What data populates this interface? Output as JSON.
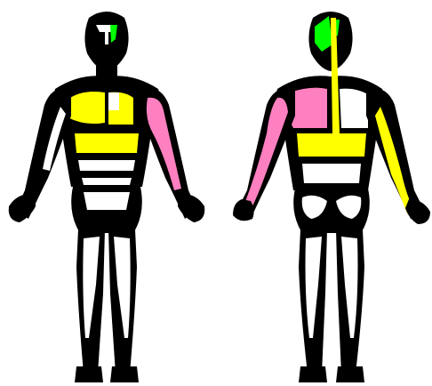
{
  "figure": {
    "views": [
      {
        "id": "front"
      },
      {
        "id": "back"
      }
    ],
    "colors": {
      "background": "#ffffff",
      "outline": "#000000",
      "muscle_fill": "#ffffff",
      "yellow": "#ffff00",
      "pink": "#ff80c0",
      "green": "#00ff00"
    },
    "highlighted_regions": {
      "front": [
        {
          "region": "neck-front",
          "color": "green"
        },
        {
          "region": "chest",
          "color": "yellow"
        },
        {
          "region": "upper-abdomen",
          "color": "yellow"
        },
        {
          "region": "left-shoulder-arm",
          "color": "pink"
        }
      ],
      "back": [
        {
          "region": "neck-back",
          "color": "green"
        },
        {
          "region": "upper-back",
          "color": "pink"
        },
        {
          "region": "spine-line",
          "color": "yellow"
        },
        {
          "region": "mid-back",
          "color": "yellow"
        },
        {
          "region": "left-arm-back",
          "color": "pink"
        },
        {
          "region": "right-arm-back",
          "color": "yellow"
        }
      ]
    }
  }
}
